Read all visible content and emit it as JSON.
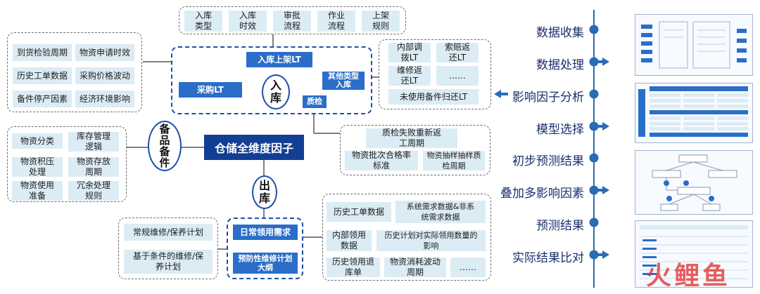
{
  "center": {
    "label": "仓储全维度因子"
  },
  "top_boxes": [
    "入库\n类型",
    "入库\n时效",
    "审批\n流程",
    "作业\n流程",
    "上架\n规则"
  ],
  "left_top_boxes": [
    "到货检验周期",
    "物资申请时效",
    "历史工单数据",
    "采购价格波动",
    "备件停产因素",
    "经济环境影响"
  ],
  "inbound": {
    "circle": "入\n库",
    "shelf": "入库上架LT",
    "purchase": "采购LT",
    "other": "其他类型\n入库",
    "qc": "质检"
  },
  "right_top_boxes": [
    "内部调\n拨LT",
    "索赔返\n还LT",
    "维修返\n还LT",
    "……",
    "未使用备件归还LT"
  ],
  "qc_boxes": [
    "质检失败重新返\n工周期",
    "物资批次合格率\n标准",
    "物资抽样抽样质\n检周期"
  ],
  "spare": {
    "circle": "备\n品\n备\n件",
    "boxes": [
      "物资分类",
      "库存管理\n逻辑",
      "物资积压\n处理",
      "物资存放\n周期",
      "物资使用\n准备",
      "冗余处理\n规则"
    ]
  },
  "outbound": {
    "circle": "出\n库",
    "daily": "日常领用需求",
    "plan": "预防性维修计划\n大纲"
  },
  "maint_boxes": [
    "常规维修/保养计划",
    "基于条件的维修/保\n养计划"
  ],
  "out_boxes": [
    "历史工单数据",
    "系统需求数据&非系\n统需求数据",
    "内部领用\n数据",
    "历史计划对实际领用数量的\n影响",
    "历史领用退\n库单",
    "物资消耗波动\n周期",
    "……"
  ],
  "steps": [
    "数据收集",
    "数据处理",
    "影响因子分析",
    "模型选择",
    "初步预测结果",
    "叠加多影响因素",
    "预测结果",
    "实际结果比对"
  ],
  "watermark": "火鲤鱼",
  "colors": {
    "navy": "#123f93",
    "blue": "#2a6ec9",
    "cell": "#dcecf5",
    "timeline": "#2a6bb5"
  }
}
